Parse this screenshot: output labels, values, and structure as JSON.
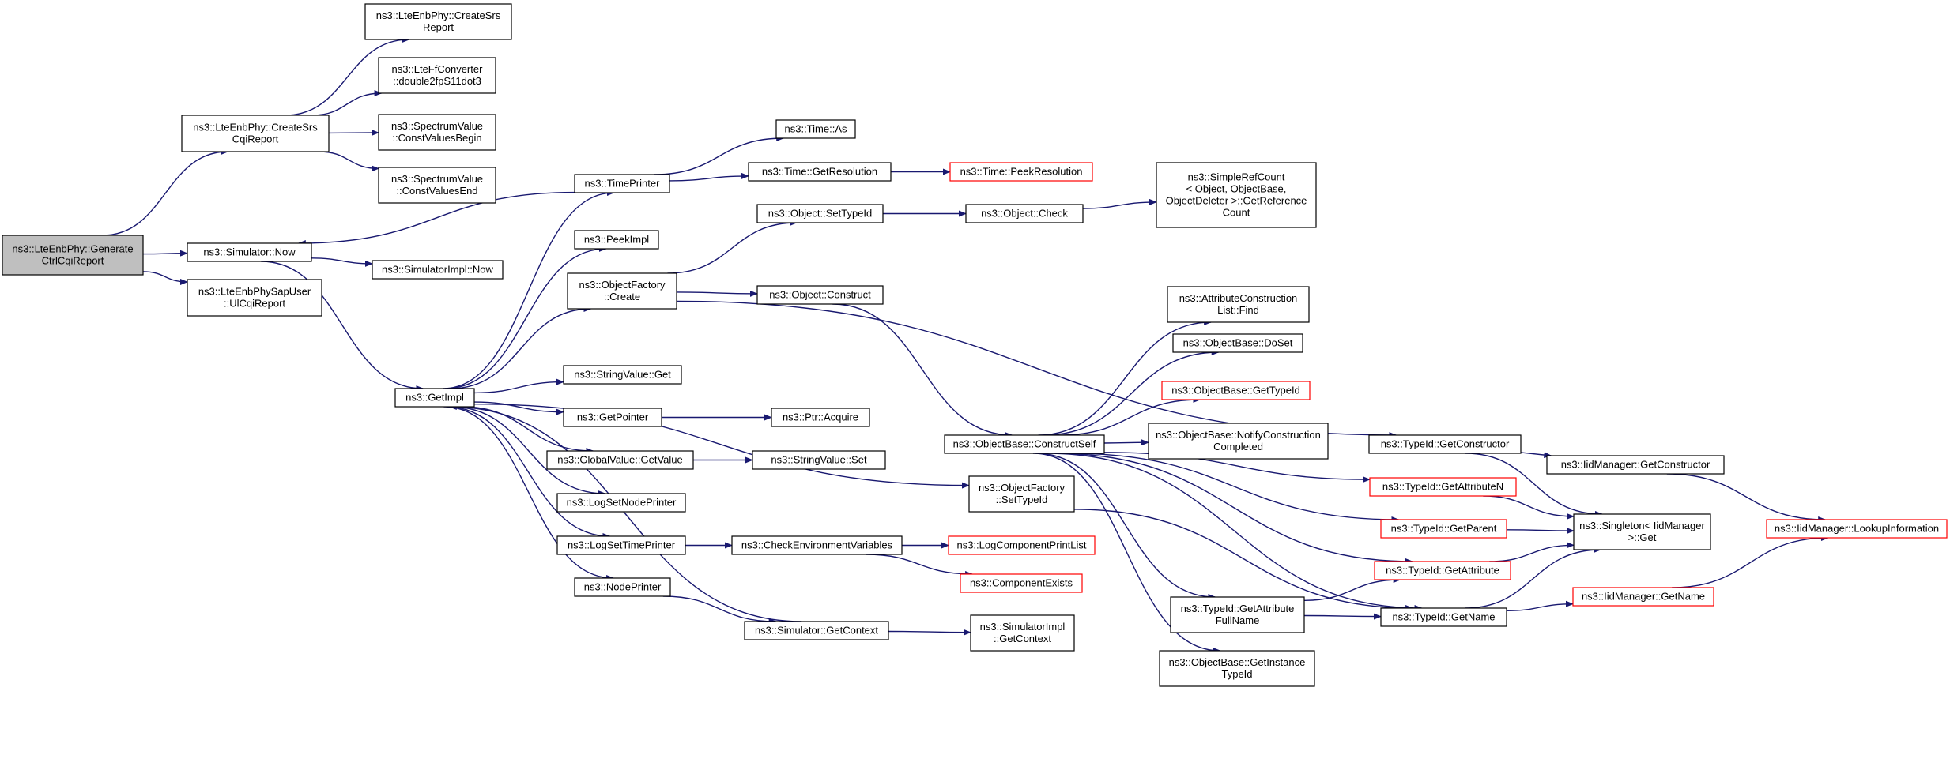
{
  "colors": {
    "edge": "#191970",
    "node_border": "#000000",
    "node_warn_border": "#ff0000",
    "focus_fill": "#bfbfbf"
  },
  "nodes": [
    {
      "id": "n0",
      "lines": [
        "ns3::LteEnbPhy::Generate",
        "CtrlCqiReport"
      ],
      "style": "focus"
    },
    {
      "id": "n1",
      "lines": [
        "ns3::LteEnbPhy::CreateSrs",
        "CqiReport"
      ],
      "style": "normal"
    },
    {
      "id": "n2",
      "lines": [
        "ns3::Simulator::Now"
      ],
      "style": "normal"
    },
    {
      "id": "n3",
      "lines": [
        "ns3::LteEnbPhySapUser",
        "::UlCqiReport"
      ],
      "style": "normal"
    },
    {
      "id": "n4",
      "lines": [
        "ns3::LteEnbPhy::CreateSrs",
        "Report"
      ],
      "style": "normal"
    },
    {
      "id": "n5",
      "lines": [
        "ns3::LteFfConverter",
        "::double2fpS11dot3"
      ],
      "style": "normal"
    },
    {
      "id": "n6",
      "lines": [
        "ns3::SpectrumValue",
        "::ConstValuesBegin"
      ],
      "style": "normal"
    },
    {
      "id": "n7",
      "lines": [
        "ns3::SpectrumValue",
        "::ConstValuesEnd"
      ],
      "style": "normal"
    },
    {
      "id": "n8",
      "lines": [
        "ns3::SimulatorImpl::Now"
      ],
      "style": "normal"
    },
    {
      "id": "n9",
      "lines": [
        "ns3::GetImpl"
      ],
      "style": "normal"
    },
    {
      "id": "n10",
      "lines": [
        "ns3::TimePrinter"
      ],
      "style": "normal"
    },
    {
      "id": "n11",
      "lines": [
        "ns3::PeekImpl"
      ],
      "style": "normal"
    },
    {
      "id": "n12",
      "lines": [
        "ns3::ObjectFactory",
        "::Create"
      ],
      "style": "normal"
    },
    {
      "id": "n13",
      "lines": [
        "ns3::StringValue::Get"
      ],
      "style": "normal"
    },
    {
      "id": "n14",
      "lines": [
        "ns3::GetPointer"
      ],
      "style": "normal"
    },
    {
      "id": "n15",
      "lines": [
        "ns3::GlobalValue::GetValue"
      ],
      "style": "normal"
    },
    {
      "id": "n16",
      "lines": [
        "ns3::LogSetNodePrinter"
      ],
      "style": "normal"
    },
    {
      "id": "n17",
      "lines": [
        "ns3::LogSetTimePrinter"
      ],
      "style": "normal"
    },
    {
      "id": "n18",
      "lines": [
        "ns3::NodePrinter"
      ],
      "style": "normal"
    },
    {
      "id": "n19",
      "lines": [
        "ns3::Time::As"
      ],
      "style": "normal"
    },
    {
      "id": "n20",
      "lines": [
        "ns3::Time::GetResolution"
      ],
      "style": "normal"
    },
    {
      "id": "n21",
      "lines": [
        "ns3::Time::PeekResolution"
      ],
      "style": "warn"
    },
    {
      "id": "n22",
      "lines": [
        "ns3::Object::SetTypeId"
      ],
      "style": "normal"
    },
    {
      "id": "n23",
      "lines": [
        "ns3::Object::Check"
      ],
      "style": "normal"
    },
    {
      "id": "n24",
      "lines": [
        "ns3::SimpleRefCount",
        "< Object, ObjectBase,",
        "ObjectDeleter >::GetReference",
        "Count"
      ],
      "style": "normal"
    },
    {
      "id": "n25",
      "lines": [
        "ns3::Object::Construct"
      ],
      "style": "normal"
    },
    {
      "id": "n26",
      "lines": [
        "ns3::Ptr::Acquire"
      ],
      "style": "normal"
    },
    {
      "id": "n27",
      "lines": [
        "ns3::StringValue::Set"
      ],
      "style": "normal"
    },
    {
      "id": "n28",
      "lines": [
        "ns3::CheckEnvironmentVariables"
      ],
      "style": "normal"
    },
    {
      "id": "n29",
      "lines": [
        "ns3::LogComponentPrintList"
      ],
      "style": "warn"
    },
    {
      "id": "n30",
      "lines": [
        "ns3::ComponentExists"
      ],
      "style": "warn"
    },
    {
      "id": "n31",
      "lines": [
        "ns3::Simulator::GetContext"
      ],
      "style": "normal"
    },
    {
      "id": "n32",
      "lines": [
        "ns3::SimulatorImpl",
        "::GetContext"
      ],
      "style": "normal"
    },
    {
      "id": "n33",
      "lines": [
        "ns3::ObjectBase::ConstructSelf"
      ],
      "style": "normal"
    },
    {
      "id": "n34",
      "lines": [
        "ns3::ObjectFactory",
        "::SetTypeId"
      ],
      "style": "normal"
    },
    {
      "id": "n35",
      "lines": [
        "ns3::AttributeConstruction",
        "List::Find"
      ],
      "style": "normal"
    },
    {
      "id": "n36",
      "lines": [
        "ns3::ObjectBase::DoSet"
      ],
      "style": "normal"
    },
    {
      "id": "n37",
      "lines": [
        "ns3::ObjectBase::GetTypeId"
      ],
      "style": "warn"
    },
    {
      "id": "n38",
      "lines": [
        "ns3::ObjectBase::NotifyConstruction",
        "Completed"
      ],
      "style": "normal"
    },
    {
      "id": "n39",
      "lines": [
        "ns3::TypeId::GetAttribute",
        "FullName"
      ],
      "style": "normal"
    },
    {
      "id": "n40",
      "lines": [
        "ns3::ObjectBase::GetInstance",
        "TypeId"
      ],
      "style": "normal"
    },
    {
      "id": "n41",
      "lines": [
        "ns3::TypeId::GetConstructor"
      ],
      "style": "normal"
    },
    {
      "id": "n42",
      "lines": [
        "ns3::TypeId::GetAttributeN"
      ],
      "style": "warn"
    },
    {
      "id": "n43",
      "lines": [
        "ns3::TypeId::GetParent"
      ],
      "style": "warn"
    },
    {
      "id": "n44",
      "lines": [
        "ns3::TypeId::GetAttribute"
      ],
      "style": "warn"
    },
    {
      "id": "n45",
      "lines": [
        "ns3::TypeId::GetName"
      ],
      "style": "normal"
    },
    {
      "id": "n46",
      "lines": [
        "ns3::IidManager::GetConstructor"
      ],
      "style": "normal"
    },
    {
      "id": "n47",
      "lines": [
        "ns3::Singleton< IidManager",
        ">::Get"
      ],
      "style": "normal"
    },
    {
      "id": "n48",
      "lines": [
        "ns3::IidManager::GetName"
      ],
      "style": "warn"
    },
    {
      "id": "n49",
      "lines": [
        "ns3::IidManager::LookupInformation"
      ],
      "style": "warn"
    }
  ],
  "edges": [
    [
      "n0",
      "n1"
    ],
    [
      "n0",
      "n2"
    ],
    [
      "n0",
      "n3"
    ],
    [
      "n1",
      "n4"
    ],
    [
      "n1",
      "n5"
    ],
    [
      "n1",
      "n6"
    ],
    [
      "n1",
      "n7"
    ],
    [
      "n2",
      "n8"
    ],
    [
      "n2",
      "n9"
    ],
    [
      "n9",
      "n10"
    ],
    [
      "n9",
      "n11"
    ],
    [
      "n9",
      "n12"
    ],
    [
      "n9",
      "n13"
    ],
    [
      "n9",
      "n14"
    ],
    [
      "n9",
      "n15"
    ],
    [
      "n9",
      "n16"
    ],
    [
      "n9",
      "n17"
    ],
    [
      "n9",
      "n18"
    ],
    [
      "n9",
      "n34"
    ],
    [
      "n10",
      "n2"
    ],
    [
      "n10",
      "n19"
    ],
    [
      "n10",
      "n20"
    ],
    [
      "n20",
      "n21"
    ],
    [
      "n12",
      "n22"
    ],
    [
      "n12",
      "n25"
    ],
    [
      "n12",
      "n41"
    ],
    [
      "n22",
      "n23"
    ],
    [
      "n23",
      "n24"
    ],
    [
      "n25",
      "n33"
    ],
    [
      "n14",
      "n26"
    ],
    [
      "n15",
      "n27"
    ],
    [
      "n17",
      "n28"
    ],
    [
      "n28",
      "n29"
    ],
    [
      "n28",
      "n30"
    ],
    [
      "n18",
      "n31"
    ],
    [
      "n31",
      "n9"
    ],
    [
      "n31",
      "n32"
    ],
    [
      "n33",
      "n35"
    ],
    [
      "n33",
      "n36"
    ],
    [
      "n33",
      "n37"
    ],
    [
      "n33",
      "n38"
    ],
    [
      "n33",
      "n42"
    ],
    [
      "n33",
      "n43"
    ],
    [
      "n33",
      "n44"
    ],
    [
      "n33",
      "n39"
    ],
    [
      "n33",
      "n40"
    ],
    [
      "n33",
      "n45"
    ],
    [
      "n34",
      "n45"
    ],
    [
      "n39",
      "n44"
    ],
    [
      "n39",
      "n45"
    ],
    [
      "n41",
      "n46"
    ],
    [
      "n41",
      "n47"
    ],
    [
      "n42",
      "n47"
    ],
    [
      "n43",
      "n47"
    ],
    [
      "n44",
      "n47"
    ],
    [
      "n45",
      "n47"
    ],
    [
      "n45",
      "n48"
    ],
    [
      "n46",
      "n49"
    ],
    [
      "n48",
      "n49"
    ]
  ]
}
